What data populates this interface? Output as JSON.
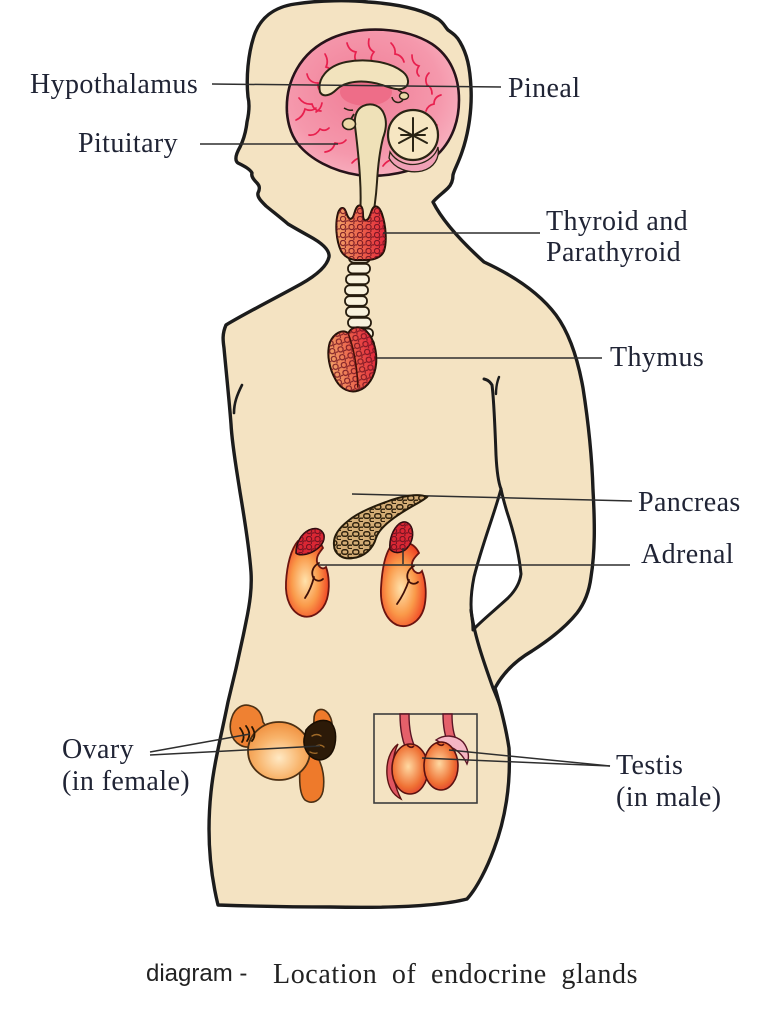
{
  "figure": {
    "labels": {
      "hypothalamus": "Hypothalamus",
      "pineal": "Pineal",
      "pituitary": "Pituitary",
      "thyroid_line1": "Thyroid and",
      "thyroid_line2": "Parathyroid",
      "thymus": "Thymus",
      "pancreas": "Pancreas",
      "adrenal": "Adrenal",
      "ovary_line1": "Ovary",
      "ovary_line2": "(in female)",
      "testis_line1": "Testis",
      "testis_line2": "(in male)"
    },
    "caption": {
      "prefix": "diagram -",
      "title": "Location of endocrine glands"
    },
    "colors": {
      "background": "#ffffff",
      "skin": "#f4e3c2",
      "outline": "#1c1c1c",
      "label_ink": "#202435",
      "brain_pink": "#f6a2b4",
      "sulci_red": "#e8204e",
      "gland_red": "#e3273d",
      "gland_orange": "#f2a368",
      "trachea_ivory": "#f8f1dd",
      "pancreas_tan": "#d4ad76",
      "kidney_red": "#e81e22",
      "organ_orange": "#ef8132"
    }
  }
}
